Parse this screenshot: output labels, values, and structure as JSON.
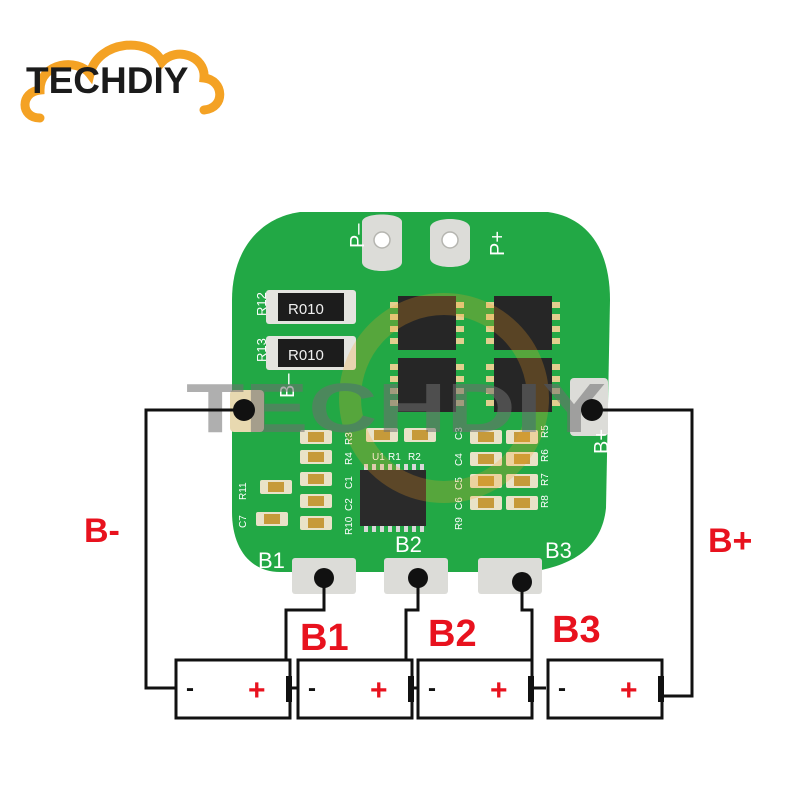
{
  "logo": {
    "text": "TECHDIY",
    "cloud_color": "#f4a224",
    "text_color": "#1b1b1b"
  },
  "watermark": {
    "text": "TECHDIY",
    "color": "#6f6f6f"
  },
  "pcb": {
    "color": "#22a845",
    "pad_labels": {
      "p_minus": "P–",
      "p_plus": "P+",
      "b_minus": "B–",
      "b_plus": "B+"
    },
    "cell_tap_labels": [
      "B1",
      "B2",
      "B3"
    ],
    "resistors": {
      "r12": "R12",
      "r13": "R13",
      "r12_value": "R010",
      "r13_value": "R010"
    },
    "silkscreen": [
      "R11",
      "C7",
      "R3",
      "R4",
      "U1",
      "R1",
      "R2",
      "C3",
      "C4",
      "R5",
      "R6",
      "R7",
      "R8",
      "R9",
      "C6",
      "C5",
      "C2",
      "C1",
      "R10"
    ]
  },
  "connections": {
    "b_minus": "B-",
    "b_plus": "B+",
    "taps": [
      "B1",
      "B2",
      "B3"
    ]
  },
  "cells": [
    {
      "minus": "-",
      "plus": "+"
    },
    {
      "minus": "-",
      "plus": "+"
    },
    {
      "minus": "-",
      "plus": "+"
    },
    {
      "minus": "-",
      "plus": "+"
    }
  ],
  "colors": {
    "wire": "#111111",
    "label_red": "#e8121e",
    "pad_silver": "#dcdcd8"
  }
}
